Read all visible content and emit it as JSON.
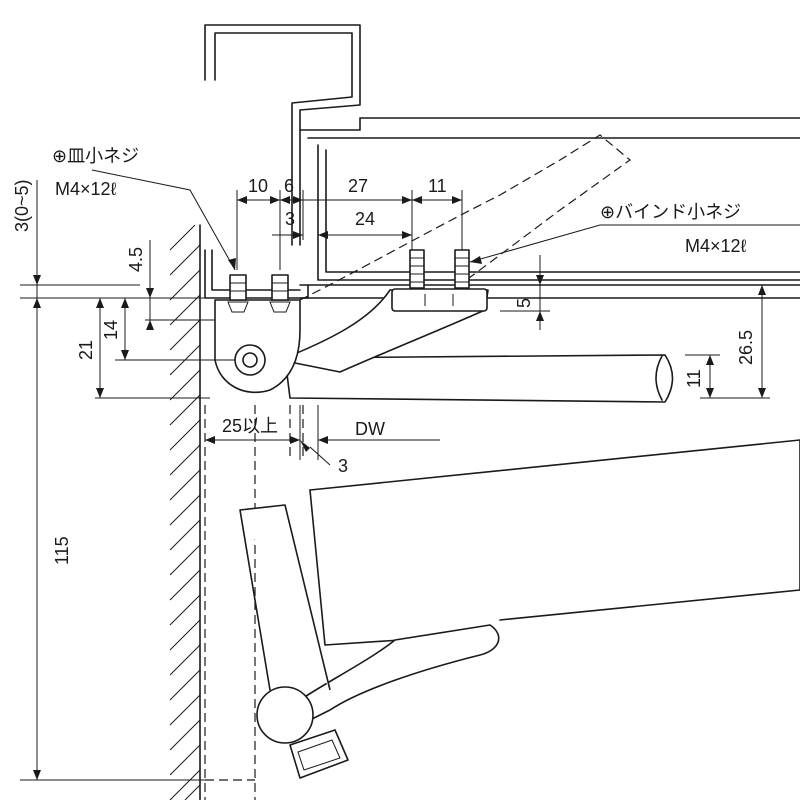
{
  "labels": {
    "flat_screw_name": "⊕皿小ネジ",
    "flat_screw_spec": "M4×12ℓ",
    "binding_screw_name": "⊕バインド小ネジ",
    "binding_screw_spec": "M4×12ℓ",
    "gap_note": "3(0~5)",
    "overlap_min": "25以上",
    "door_width": "DW"
  },
  "dimensions": {
    "d10": "10",
    "d6": "6",
    "d27": "27",
    "d11_top": "11",
    "d3_top": "3",
    "d24": "24",
    "d4_5": "4.5",
    "d14": "14",
    "d21": "21",
    "d5": "5",
    "d26_5": "26.5",
    "d11_right": "11",
    "d3_bottom": "3",
    "d115": "115"
  }
}
